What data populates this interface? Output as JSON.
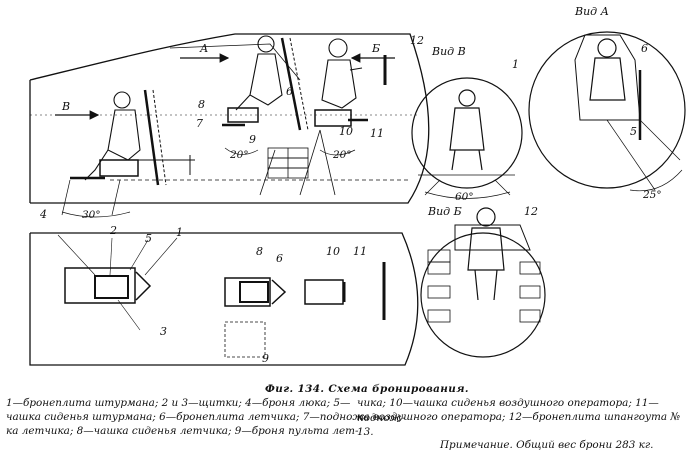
{
  "figure": {
    "views": {
      "a": "Вид А",
      "b": "Вид Б",
      "v": "Вид В"
    },
    "arrows": {
      "a": "А",
      "b": "Б",
      "v": "В"
    },
    "angles": {
      "a20_left": "20°",
      "a20_right": "20°",
      "a30": "30°",
      "a60": "60°",
      "a25": "25°"
    },
    "callouts": {
      "n1": "1",
      "n2": "2",
      "n3": "3",
      "n4": "4",
      "n5": "5",
      "n6": "6",
      "n7": "7",
      "n8": "8",
      "n9": "9",
      "n10": "10",
      "n11": "11",
      "n12": "12"
    }
  },
  "caption": {
    "title": "Фиг. 134. Схема бронирования.",
    "line1_left": "1—бронеплита штурмана; 2 и 3—щитки; 4—броня люка; 5—",
    "line1_right": "чика; 10—чашка сиденья воздушного оператора; 11—поднож-",
    "line2_left": "чашка сиденья штурмана; 6—бронеплита летчика; 7—поднож-",
    "line2_right": "ка воздушного оператора; 12—бронеплита шпангоута № 13.",
    "line3_left": "ка летчика; 8—чашка сиденья летчика; 9—броня пульта лет-",
    "line3_right": "Примечание. Общий вес брони 283 кг."
  }
}
